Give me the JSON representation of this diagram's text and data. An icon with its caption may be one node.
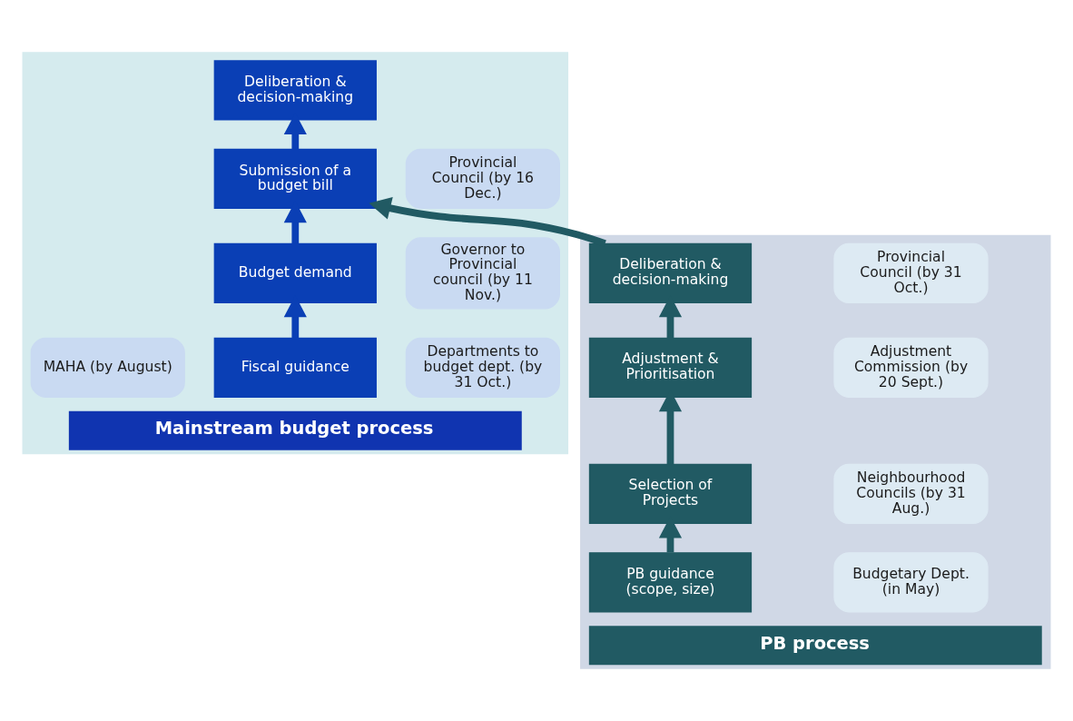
{
  "diagram": {
    "nodes": [
      {
        "text": [
          "PB process"
        ]
      },
      {
        "text": [
          "Mainstream budget process"
        ]
      },
      {
        "text": [
          "Provincial Council (by 31 Oct.)"
        ],
        "in": 0
      },
      {
        "text": [
          "Deliberation & decision-making"
        ],
        "in": 0
      },
      {
        "text": [
          "Adjustment Commission (by 20 Sept.)"
        ],
        "in": 0
      },
      {
        "text": [
          "Adjustment & Prioritisation"
        ],
        "in": 0
      },
      {
        "text": [
          "Neighbourhood Councils (by 31 Aug.)"
        ],
        "in": 0
      },
      {
        "text": [
          "Selection of Projects"
        ],
        "in": 0
      },
      {
        "text": [
          "Budgetary Dept. (in May)"
        ],
        "in": 0
      },
      {
        "text": [
          "PB guidance (scope, size)"
        ],
        "in": 0
      },
      {
        "text": [
          "Deliberation & decision-making"
        ],
        "in": 1
      },
      {
        "text": [
          "Provincial Council (by 16 Dec.)"
        ],
        "in": 1
      },
      {
        "text": [
          "Submission of a budget bill"
        ],
        "in": 1
      },
      {
        "text": [
          "Governor to Provincial council (by 11 Nov.)"
        ],
        "in": 1
      },
      {
        "text": [
          "Budget demand"
        ],
        "in": 1
      },
      {
        "text": [
          "Departments to budget dept. (by 31 Oct.)"
        ],
        "in": 1
      },
      {
        "text": [
          "Fiscal guidance"
        ],
        "in": 1
      },
      {
        "text": [
          "MAHA (by August)"
        ],
        "in": 1
      }
    ],
    "edges": [
      {
        "from": 9,
        "to": 7,
        "arrow": "to"
      },
      {
        "from": 7,
        "to": 5,
        "arrow": "to"
      },
      {
        "from": 5,
        "to": 3,
        "arrow": "to"
      },
      {
        "from": 3,
        "to": 12,
        "arrow": "to"
      },
      {
        "from": 16,
        "to": 14,
        "arrow": "to",
        "color": "#0a3fb5"
      },
      {
        "from": 14,
        "to": 12,
        "arrow": "to",
        "color": "#0a3fb5"
      },
      {
        "from": 12,
        "to": 10,
        "arrow": "to",
        "color": "#0a3fb5"
      }
    ]
  }
}
